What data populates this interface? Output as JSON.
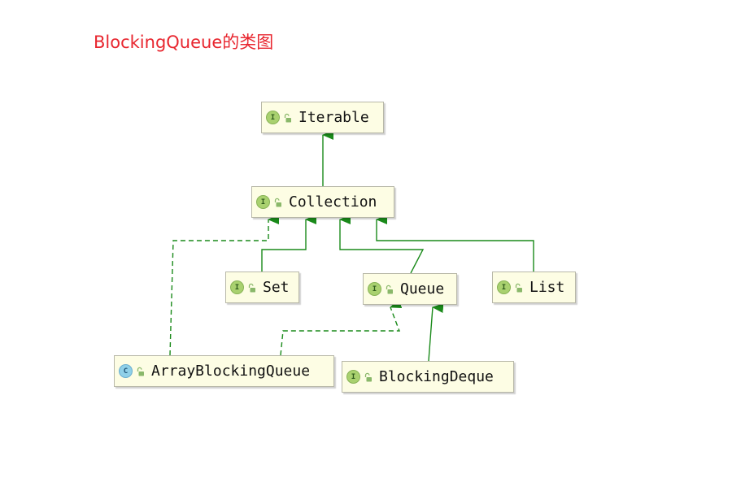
{
  "title": "BlockingQueue的类图",
  "nodes": {
    "iterable": {
      "label": "Iterable",
      "badge": "I"
    },
    "collection": {
      "label": "Collection",
      "badge": "I"
    },
    "set": {
      "label": "Set",
      "badge": "I"
    },
    "queue": {
      "label": "Queue",
      "badge": "I"
    },
    "list": {
      "label": "List",
      "badge": "I"
    },
    "array_blocking_queue": {
      "label": "ArrayBlockingQueue",
      "badge": "C"
    },
    "blocking_deque": {
      "label": "BlockingDeque",
      "badge": "I"
    }
  },
  "colors": {
    "title": "#e8262f",
    "edge": "#1a8a1a",
    "node_fill": "#fdfde4"
  },
  "icons": {
    "interface_badge": "interface-badge-icon",
    "class_badge": "class-badge-icon",
    "visibility": "unlocked-icon"
  }
}
